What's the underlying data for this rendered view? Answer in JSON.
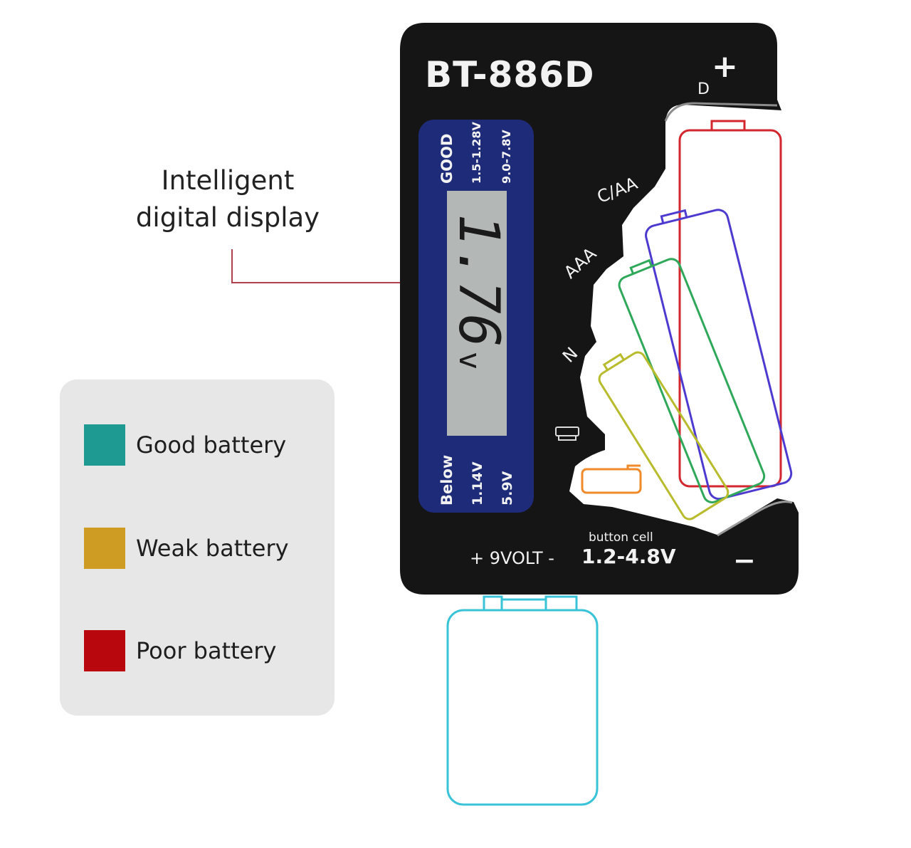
{
  "callout": {
    "line1": "Intelligent",
    "line2": "digital display"
  },
  "legend": {
    "items": [
      {
        "label": "Good battery",
        "color": "#1f9a92"
      },
      {
        "label": "Weak battery",
        "color": "#cf9c23"
      },
      {
        "label": "Poor battery",
        "color": "#b8080d"
      }
    ]
  },
  "device": {
    "model": "BT-886D",
    "reading": "1.76",
    "unit": "v",
    "scale_top": {
      "status": "GOOD",
      "range_1": "1.5-1.28V",
      "range_2": "9.0-7.8V"
    },
    "scale_bottom": {
      "status": "Below",
      "value_1": "1.14V",
      "value_2": "5.9V"
    },
    "slots": {
      "d": "D",
      "c_aa": "C/AA",
      "aaa": "AAA",
      "n": "N"
    },
    "plus_symbol": "+",
    "minus_symbol": "−",
    "nine_volt": "+ 9VOLT -",
    "button_cell_label": "button cell",
    "button_cell_range": "1.2-4.8V"
  },
  "colors": {
    "device_body": "#151515",
    "lcd_frame": "#1d2b78",
    "lcd_screen": "#b3b8b6",
    "d_battery": "#d3262e",
    "c_aa_battery": "#4d3bd0",
    "aaa_battery": "#2fa85a",
    "n_battery": "#b7bb2c",
    "button_cell": "#f08a2a",
    "nine_volt_battery": "#38c3d8"
  }
}
